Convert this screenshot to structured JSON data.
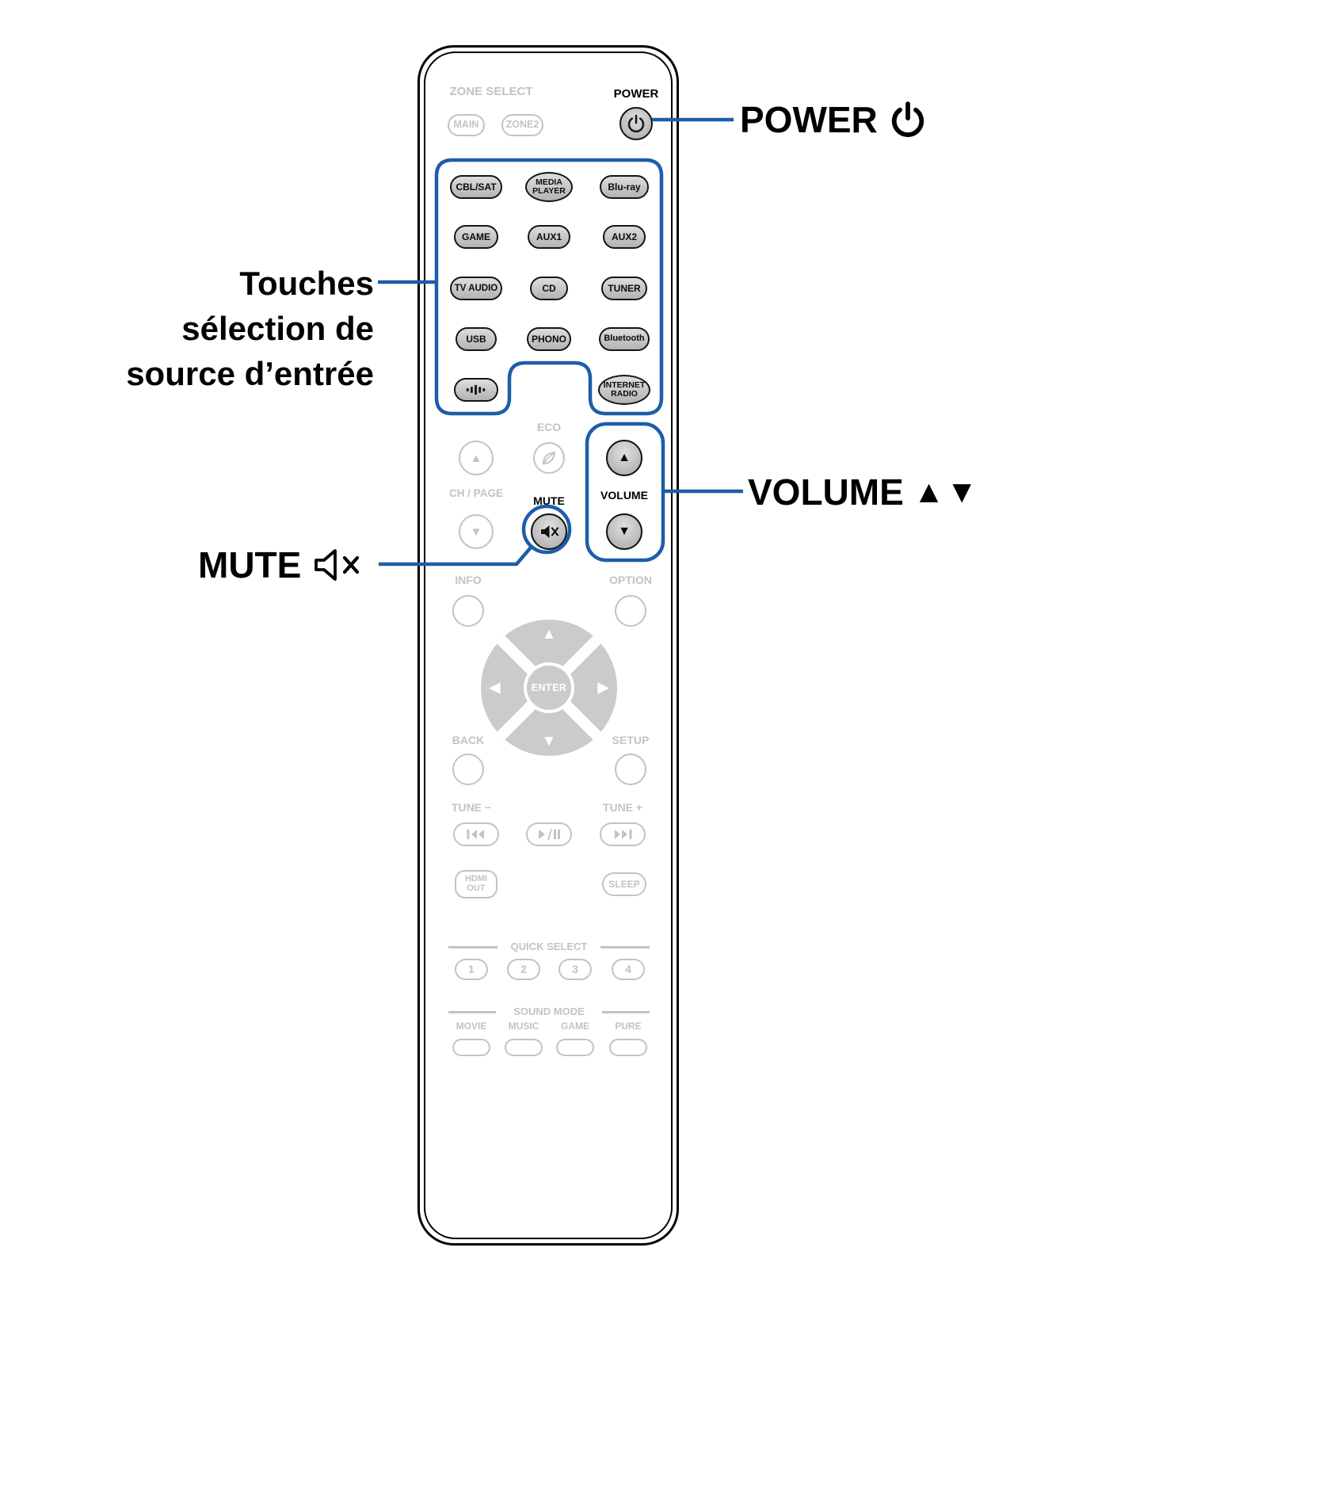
{
  "colors": {
    "accent_blue": "#1d5da9",
    "inactive_gray": "#c3c3c3",
    "active_black": "#141414"
  },
  "glyphs": {
    "up": "▲",
    "down": "▼",
    "left": "◀",
    "right": "▶"
  },
  "callouts": {
    "power": {
      "label": "POWER"
    },
    "source": {
      "line1": "Touches",
      "line2": "sélection de",
      "line3": "source d’entrée"
    },
    "volume": {
      "label": "VOLUME",
      "arrows": "▲▼"
    },
    "mute": {
      "label": "MUTE"
    }
  },
  "remote": {
    "zone_select_label": "ZONE SELECT",
    "main_button": "MAIN",
    "zone2_button": "ZONE2",
    "power_label": "POWER",
    "sources": {
      "cbl_sat": "CBL/SAT",
      "media_player_line1": "MEDIA",
      "media_player_line2": "PLAYER",
      "blu_ray": "Blu-ray",
      "game": "GAME",
      "aux1": "AUX1",
      "aux2": "AUX2",
      "tv_audio": "TV AUDIO",
      "cd": "CD",
      "tuner": "TUNER",
      "usb": "USB",
      "phono": "PHONO",
      "bluetooth": "Bluetooth",
      "internet_radio_line1": "INTERNET",
      "internet_radio_line2": "RADIO"
    },
    "eco_label": "ECO",
    "ch_page_label": "CH / PAGE",
    "volume_label": "VOLUME",
    "mute_label": "MUTE",
    "info_label": "INFO",
    "option_label": "OPTION",
    "enter_label": "ENTER",
    "back_label": "BACK",
    "setup_label": "SETUP",
    "tune_minus_label": "TUNE −",
    "tune_plus_label": "TUNE +",
    "hdmi_line1": "HDMI",
    "hdmi_line2": "OUT",
    "sleep_label": "SLEEP",
    "quick_select_label": "QUICK SELECT",
    "quick_buttons": {
      "q1": "1",
      "q2": "2",
      "q3": "3",
      "q4": "4"
    },
    "sound_mode_label": "SOUND MODE",
    "sound_modes": {
      "movie": "MOVIE",
      "music": "MUSIC",
      "game": "GAME",
      "pure": "PURE"
    }
  }
}
